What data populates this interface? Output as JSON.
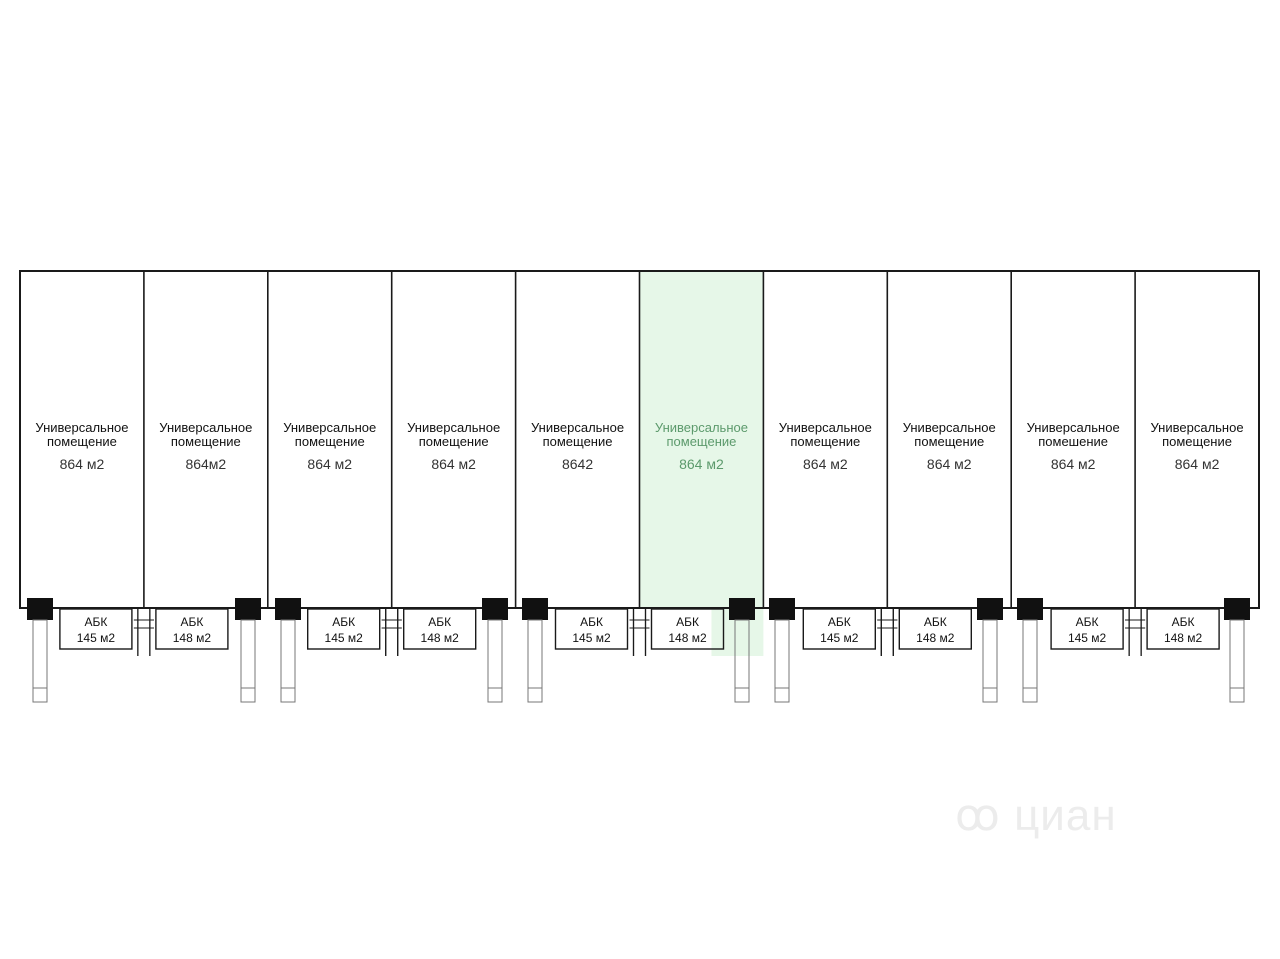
{
  "units": [
    {
      "name_line1": "Универсальное",
      "name_line2": "помещение",
      "area": "864 м2",
      "abk_label": "АБК",
      "abk_area": "145 м2",
      "selected": false
    },
    {
      "name_line1": "Универсальное",
      "name_line2": "помещение",
      "area": "864м2",
      "abk_label": "АБК",
      "abk_area": "148 м2",
      "selected": false
    },
    {
      "name_line1": "Универсальное",
      "name_line2": "помещение",
      "area": "864 м2",
      "abk_label": "АБК",
      "abk_area": "145 м2",
      "selected": false
    },
    {
      "name_line1": "Универсальное",
      "name_line2": "помещение",
      "area": "864 м2",
      "abk_label": "АБК",
      "abk_area": "148 м2",
      "selected": false
    },
    {
      "name_line1": "Универсальное",
      "name_line2": "помещение",
      "area": "8642",
      "abk_label": "АБК",
      "abk_area": "145 м2",
      "selected": false
    },
    {
      "name_line1": "Универсальное",
      "name_line2": "помещение",
      "area": "864 м2",
      "abk_label": "АБК",
      "abk_area": "148 м2",
      "selected": true
    },
    {
      "name_line1": "Универсальное",
      "name_line2": "помещение",
      "area": "864 м2",
      "abk_label": "АБК",
      "abk_area": "145 м2",
      "selected": false
    },
    {
      "name_line1": "Универсальное",
      "name_line2": "помещение",
      "area": "864 м2",
      "abk_label": "АБК",
      "abk_area": "148 м2",
      "selected": false
    },
    {
      "name_line1": "Универсальное",
      "name_line2": "помешение",
      "area": "864 м2",
      "abk_label": "АБК",
      "abk_area": "145 м2",
      "selected": false
    },
    {
      "name_line1": "Универсальное",
      "name_line2": "помещение",
      "area": "864 м2",
      "abk_label": "АБК",
      "abk_area": "148 м2",
      "selected": false
    }
  ],
  "colors": {
    "selected_fill": "#e6f7e8",
    "line": "#1a1a1a"
  },
  "watermark": {
    "text": "циан",
    "icon": "cian-logo-icon"
  }
}
